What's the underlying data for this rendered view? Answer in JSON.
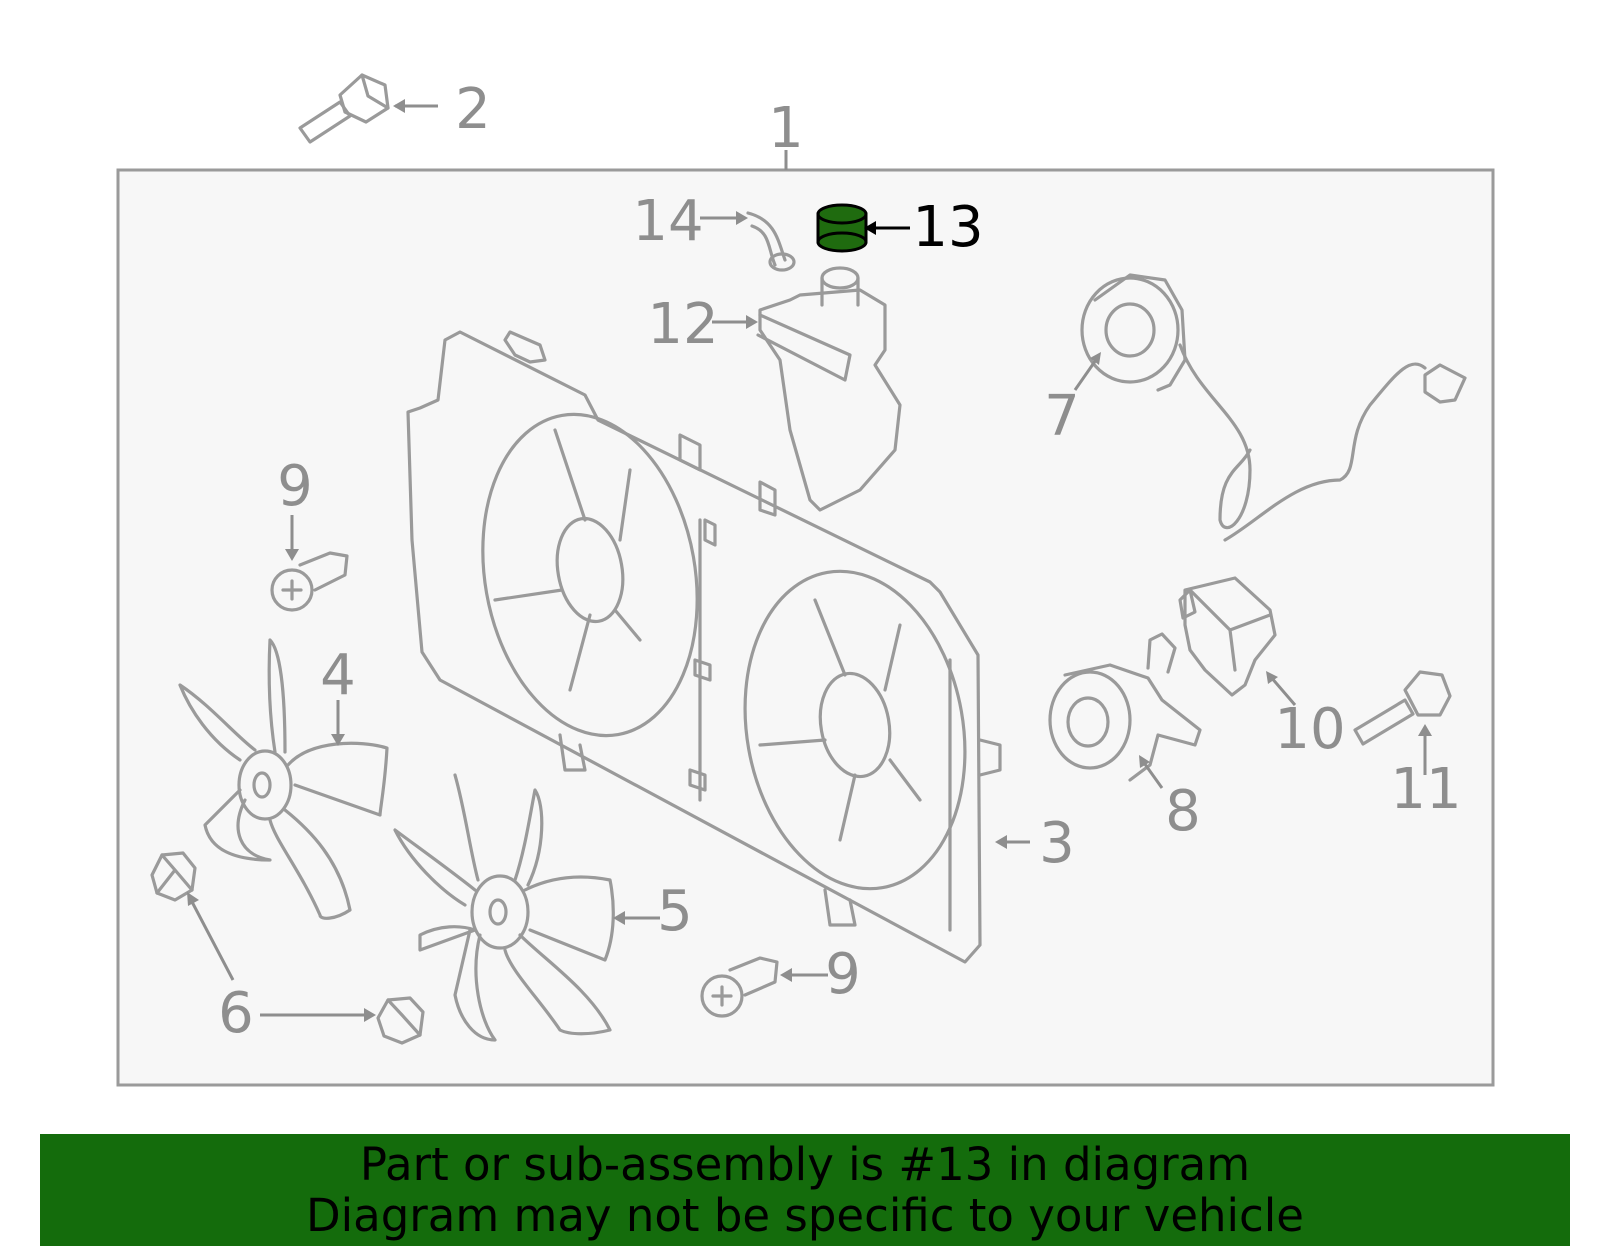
{
  "labels": {
    "p1": "1",
    "p2": "2",
    "p3": "3",
    "p4": "4",
    "p5": "5",
    "p6": "6",
    "p7": "7",
    "p8": "8",
    "p9a": "9",
    "p9b": "9",
    "p10": "10",
    "p11": "11",
    "p12": "12",
    "p13": "13",
    "p14": "14"
  },
  "highlight_part": "13",
  "colors": {
    "highlight_fill": "#1f6b0f",
    "banner_bg": "#146c0c",
    "part_line": "#9a9a9a",
    "panel_bg": "#f7f7f7"
  },
  "banner": {
    "line1": "Part or sub-assembly is #13 in diagram",
    "line2": "Diagram may not be specific to your vehicle"
  }
}
